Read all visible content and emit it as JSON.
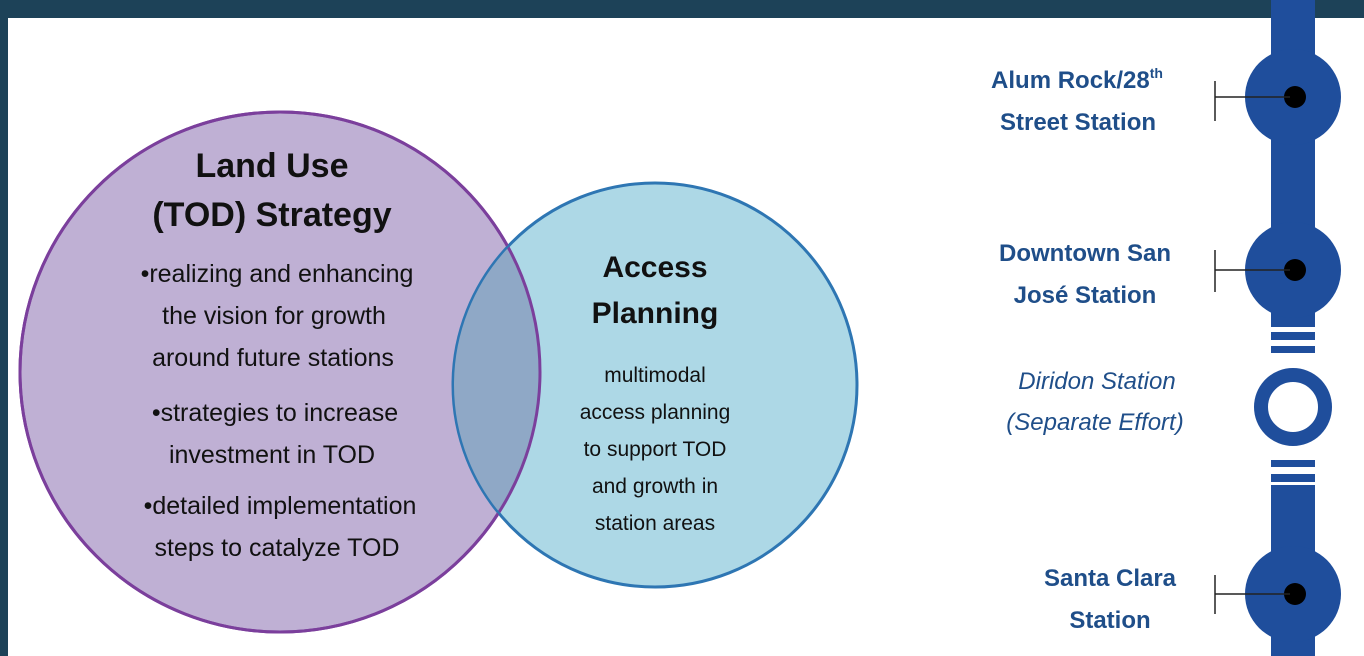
{
  "venn": {
    "land_use": {
      "title_lines": [
        "Land Use",
        "(TOD) Strategy"
      ],
      "bullets": [
        [
          "•realizing and enhancing",
          "the vision for growth",
          "around future stations"
        ],
        [
          "•strategies to increase",
          "investment in TOD"
        ],
        [
          "•detailed implementation",
          "steps to catalyze TOD"
        ]
      ]
    },
    "access": {
      "title_lines": [
        "Access",
        "Planning"
      ],
      "body_lines": [
        "multimodal",
        "access planning",
        "to support TOD",
        "and growth in",
        "station areas"
      ]
    }
  },
  "stations": [
    {
      "line1_main": "Alum Rock/28",
      "line1_sup": "th",
      "line2": "Street Station"
    },
    {
      "line1_main": "Downtown San",
      "line1_sup": "",
      "line2": "José Station"
    },
    {
      "line1_main": "Diridon Station",
      "line1_sup": "",
      "line2": "(Separate Effort)",
      "italic": true
    },
    {
      "line1_main": "Santa Clara",
      "line1_sup": "",
      "line2": "Station"
    }
  ],
  "colors": {
    "header": "#1d4258",
    "land_use_fill": "#bfb0d4",
    "land_use_stroke": "#7b3f9c",
    "access_fill": "#add8e6",
    "access_stroke": "#2e76b3",
    "overlap_fill": "#8fa8c6",
    "transit_line": "#1f4e9c",
    "station_text": "#1f4e89"
  },
  "icons": [
    "station-dot-icon",
    "leader-line-icon",
    "diridon-ring-icon"
  ]
}
